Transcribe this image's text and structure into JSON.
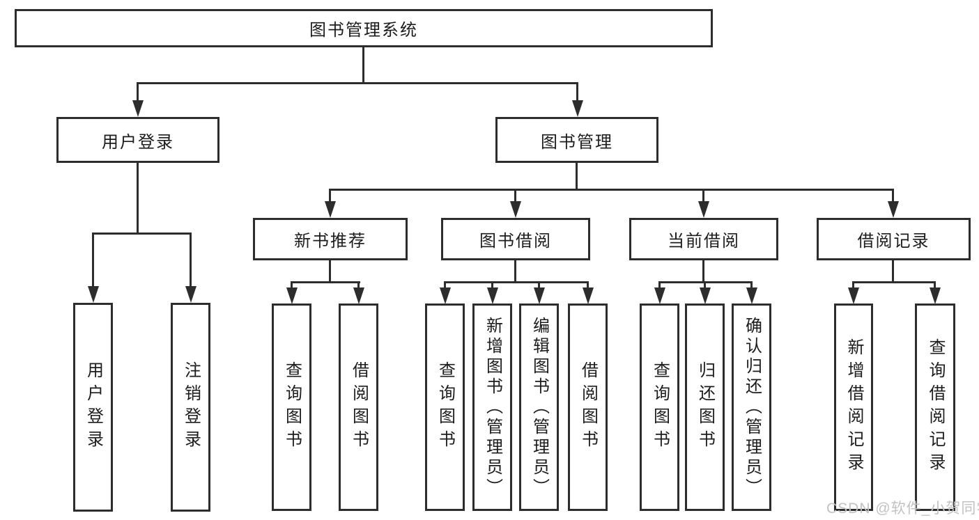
{
  "nodes": {
    "root": "图书管理系统",
    "level1": {
      "user_login": "用户登录",
      "book_mgmt": "图书管理"
    },
    "level2": {
      "new_book_rec": "新书推荐",
      "book_borrow": "图书借阅",
      "current_borrow": "当前借阅",
      "borrow_records": "借阅记录"
    },
    "user_login_children": [
      "用户登录",
      "注销登录"
    ],
    "new_book_rec_children": [
      "查询图书",
      "借阅图书"
    ],
    "book_borrow_children": [
      "查询图书",
      "新增图书（管理员）",
      "编辑图书（管理员）",
      "借阅图书"
    ],
    "current_borrow_children": [
      "查询图书",
      "归还图书",
      "确认归还（管理员）"
    ],
    "borrow_records_children": [
      "新增借阅记录",
      "查询借阅记录"
    ]
  },
  "watermark": "CSDN @软件_小贺同学",
  "colors": {
    "line": "#2d2d2d",
    "text": "#1c1c1c",
    "background": "#ffffff",
    "watermark": "#c2c2c2"
  }
}
